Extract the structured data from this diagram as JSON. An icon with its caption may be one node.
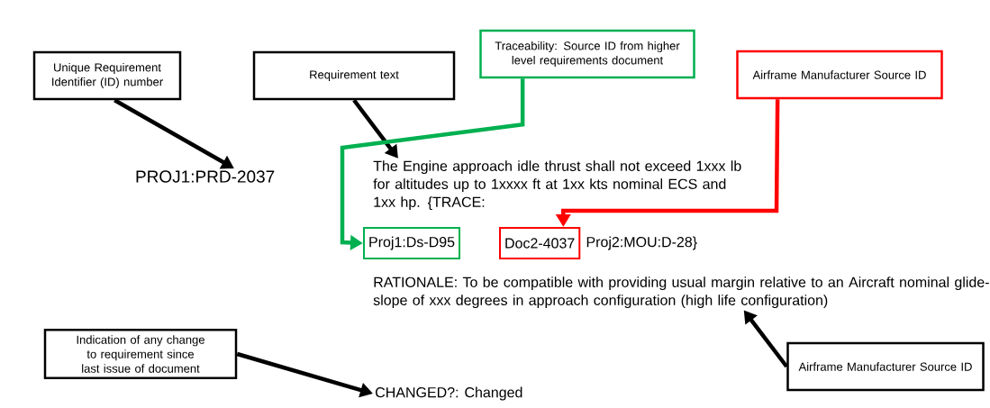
{
  "diagram": {
    "nodes": [
      {
        "text": [
          "Unique Requirement Identifier (ID) number"
        ]
      },
      {
        "text": [
          "Requirement text"
        ]
      },
      {
        "text": [
          "Traceability: Source ID from higher level requirements document"
        ]
      },
      {
        "text": [
          "Airframe Manufacturer Source ID"
        ]
      },
      {
        "text": [
          "PROJ1:PRD-2037"
        ]
      },
      {
        "text": [
          "The Engine approach idle thrust shall not exceed 1xxx lb for altitudes up to 1xxxx ft at 1xx kts nominal ECS and 1xx hp. {TRACE:"
        ]
      },
      {
        "text": [
          "Proj1:Ds-D95"
        ]
      },
      {
        "text": [
          "Doc2-4037"
        ],
        "beside": [
          "Proj2:MOU:D-28}"
        ]
      },
      {
        "text": [
          "RATIONALE: To be compatible with providing usual margin relative to an Aircraft nominal glide-slope of xxx degrees in approach configuration (high life configuration)"
        ]
      },
      {
        "text": [
          "Indication of any change to requirement since last issue of document"
        ]
      },
      {
        "text": [
          "CHANGED?: Changed"
        ]
      },
      {
        "text": [
          "Airframe Manufacturer Source ID"
        ]
      }
    ],
    "edges": [
      {
        "from": 0,
        "to": 4,
        "arrow": "to"
      },
      {
        "from": 1,
        "to": 5,
        "arrow": "to"
      },
      {
        "from": 2,
        "to": 6,
        "arrow": "to",
        "color": "#00b050"
      },
      {
        "from": 3,
        "to": 7,
        "arrow": "to",
        "color": "#ff0000"
      },
      {
        "from": 9,
        "to": 10,
        "arrow": "to"
      },
      {
        "from": 11,
        "to": 8,
        "arrow": "to"
      }
    ]
  }
}
